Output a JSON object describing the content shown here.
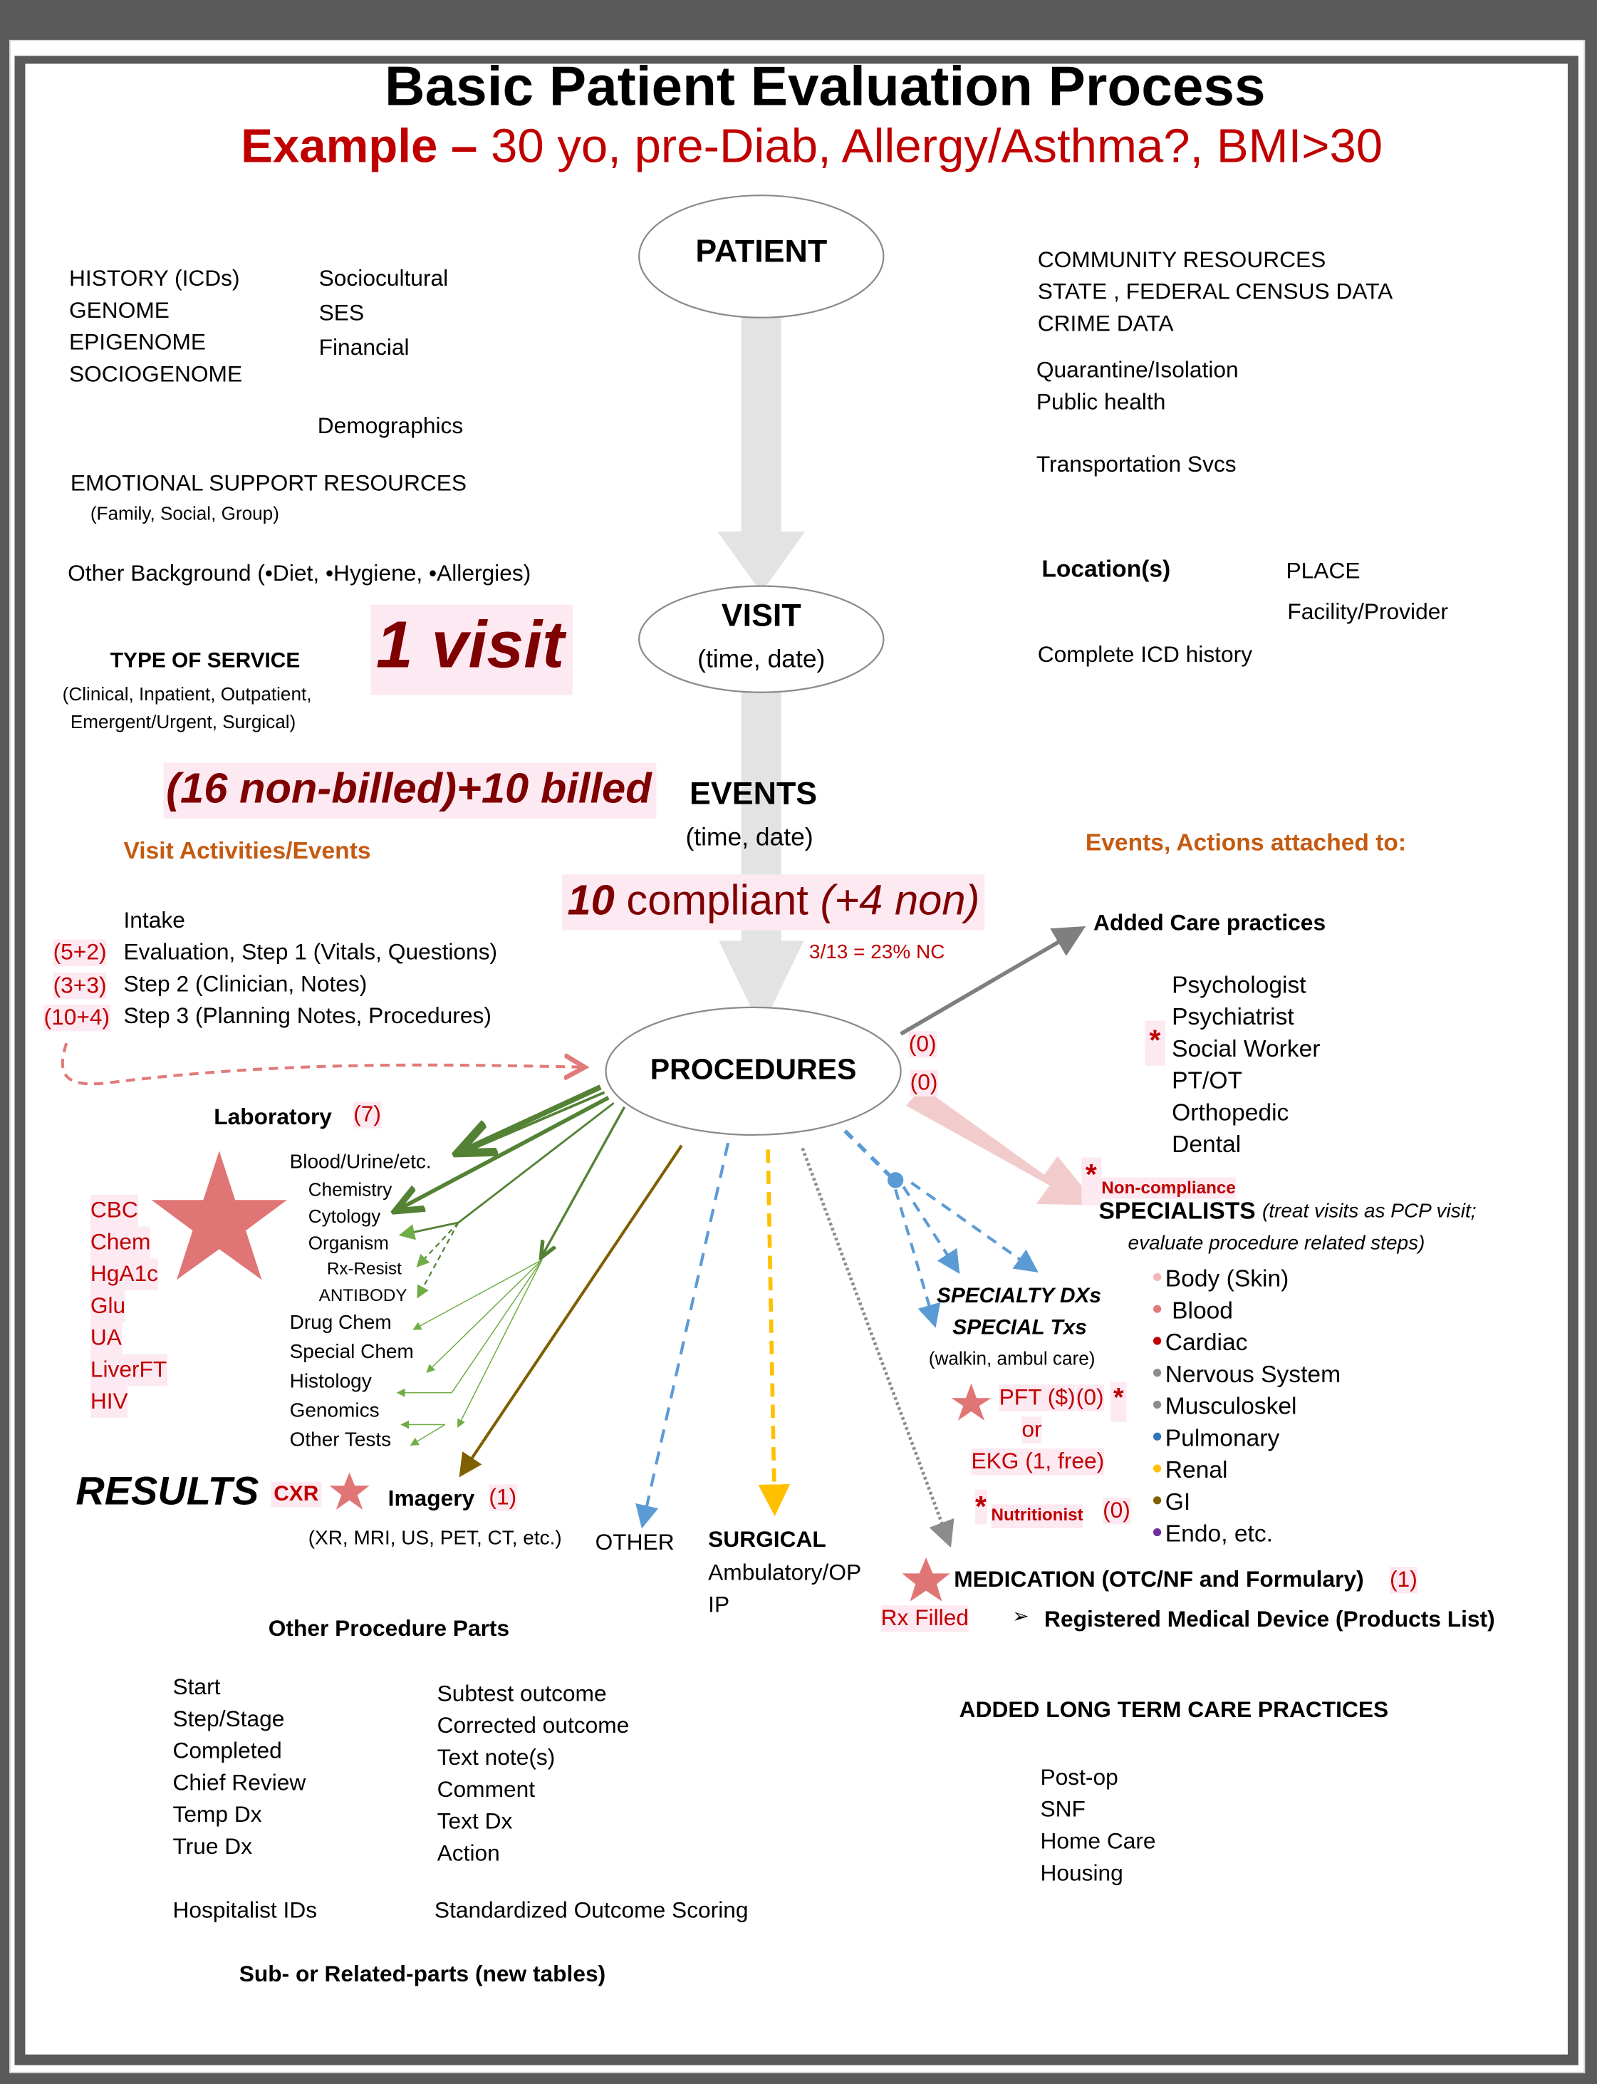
{
  "title": "Basic Patient Evaluation Process",
  "subtitle": {
    "lead": "Example –",
    "rest": " 30 yo, pre-Diab, Allergy/Asthma?, BMI>30"
  },
  "nodes": {
    "patient": "PATIENT",
    "visit": "VISIT",
    "visit_sub": "(time, date)",
    "events": "EVENTS",
    "events_sub": "(time, date)",
    "procedures": "PROCEDURES"
  },
  "patient_left": {
    "col1": [
      "HISTORY (ICDs)",
      "GENOME",
      "EPIGENOME",
      "SOCIOGENOME"
    ],
    "col2": [
      "Sociocultural",
      "SES",
      "Financial"
    ],
    "demographics": "Demographics",
    "emotional": "EMOTIONAL SUPPORT RESOURCES",
    "emotional_sub": "(Family, Social, Group)",
    "other_background": "Other Background (•Diet, •Hygiene, •Allergies)"
  },
  "patient_right": {
    "group1": [
      "COMMUNITY RESOURCES",
      "STATE , FEDERAL CENSUS DATA",
      "CRIME DATA"
    ],
    "group2": [
      "Quarantine/Isolation",
      "Public health"
    ],
    "transport": "Transportation Svcs"
  },
  "visit_left": {
    "type_of_service": "TYPE OF SERVICE",
    "type_sub_1": "(Clinical, Inpatient, Outpatient,",
    "type_sub_2": "Emergent/Urgent, Surgical)",
    "visit_count": "1 visit"
  },
  "visit_right": {
    "locations": "Location(s)",
    "place": "PLACE",
    "facility": "Facility/Provider",
    "icd_history": "Complete ICD history"
  },
  "events_section": {
    "billed": "(16 non-billed)+10 billed",
    "visit_activities": "Visit Activities/Events",
    "activities": [
      {
        "count": "",
        "label": "Intake"
      },
      {
        "count": "(5+2)",
        "label": "Evaluation, Step 1 (Vitals, Questions)"
      },
      {
        "count": "(3+3)",
        "label": "Step 2 (Clinician, Notes)"
      },
      {
        "count": "(10+4)",
        "label": "Step 3 (Planning Notes, Procedures)"
      }
    ],
    "compliant_num": "10",
    "compliant_word": " compliant ",
    "compliant_non": "(+4 non)",
    "nc_ratio": "3/13 = 23% NC",
    "actions_attached": "Events, Actions attached to:"
  },
  "added_care": {
    "title": "Added Care practices",
    "count_a": "(0)",
    "count_b": "(0)",
    "marker": "*",
    "items": [
      "Psychologist",
      "Psychiatrist",
      "Social Worker",
      "PT/OT",
      "Orthopedic",
      "Dental"
    ]
  },
  "specialists": {
    "marker": "*",
    "noncompliance": "Non-compliance",
    "title": "SPECIALISTS",
    "note_1": "(treat visits as PCP visit;",
    "note_2": "evaluate procedure related steps)",
    "items": [
      {
        "label": "Body (Skin)",
        "color": "#f2b8b8"
      },
      {
        "label": " Blood",
        "color": "#e07b7b"
      },
      {
        "label": "Cardiac",
        "color": "#c00000"
      },
      {
        "label": "Nervous System",
        "color": "#8c8c8c"
      },
      {
        "label": "Musculoskel",
        "color": "#8c8c8c"
      },
      {
        "label": "Pulmonary",
        "color": "#2e75b6"
      },
      {
        "label": "Renal",
        "color": "#ffc000"
      },
      {
        "label": "GI",
        "color": "#7f6000"
      },
      {
        "label": "Endo, etc.",
        "color": "#7030a0"
      }
    ]
  },
  "laboratory": {
    "title": "Laboratory",
    "count": "(7)",
    "tests": [
      "CBC",
      "Chem",
      "HgA1c",
      "Glu",
      "UA",
      "LiverFT",
      "HIV"
    ],
    "categories": [
      {
        "label": "Blood/Urine/etc.",
        "indent": 0
      },
      {
        "label": "Chemistry",
        "indent": 1
      },
      {
        "label": "Cytology",
        "indent": 1
      },
      {
        "label": "Organism",
        "indent": 1
      },
      {
        "label": "Rx-Resist",
        "indent": 2
      },
      {
        "label": "ANTIBODY",
        "indent": 2
      },
      {
        "label": "Drug Chem",
        "indent": 0
      },
      {
        "label": "Special Chem",
        "indent": 0
      },
      {
        "label": "Histology",
        "indent": 0
      },
      {
        "label": "Genomics",
        "indent": 0
      },
      {
        "label": "Other Tests",
        "indent": 0
      }
    ]
  },
  "results": {
    "title": "RESULTS",
    "cxr": "CXR",
    "imagery": "Imagery",
    "imagery_count": "(1)",
    "imagery_sub": "(XR, MRI, US, PET, CT, etc.)",
    "other": "OTHER"
  },
  "surgical": {
    "title": "SURGICAL",
    "items": [
      "Ambulatory/OP",
      "IP"
    ]
  },
  "specialty": {
    "line1": "SPECIALTY DXs",
    "line2": "SPECIAL Txs",
    "sub": "(walkin, ambul care)",
    "pft": "PFT ($)",
    "pft_count": "(0)",
    "pft_marker": "*",
    "or": "or",
    "ekg": "EKG (1, free)",
    "nutri_marker": "*",
    "nutritionist": "Nutritionist",
    "nutri_count": "(0)"
  },
  "medication": {
    "title": "MEDICATION  (OTC/NF and Formulary)",
    "count": "(1)",
    "rx_filled": "Rx Filled",
    "device": "Registered Medical Device (Products List)"
  },
  "other_parts": {
    "title": "Other Procedure Parts",
    "col1": [
      "Start",
      "Step/Stage",
      "Completed",
      "Chief Review",
      "Temp Dx",
      "True Dx"
    ],
    "col2": [
      "Subtest outcome",
      "Corrected outcome",
      "Text note(s)",
      "Comment",
      "Text Dx",
      "Action"
    ],
    "hospitalist": "Hospitalist IDs",
    "scoring": "Standardized Outcome Scoring",
    "sub_parts": "Sub- or Related-parts (new tables)"
  },
  "long_term": {
    "title": "ADDED LONG TERM CARE PRACTICES",
    "items": [
      "Post-op",
      "SNF",
      "Home Care",
      "Housing"
    ]
  },
  "colors": {
    "title_red": "#c00000",
    "dark_red": "#7f0000",
    "orange": "#c55a11",
    "highlight_pink": "#fde9f1",
    "lab_green": "#548235",
    "imagery_brown": "#7f6000",
    "other_blue": "#5b9bd5",
    "surgical_yellow": "#ffc000",
    "star_pink": "#e07575",
    "arrow_gray": "#e0e0e0",
    "specialist_arrow": "#f2cccc"
  }
}
